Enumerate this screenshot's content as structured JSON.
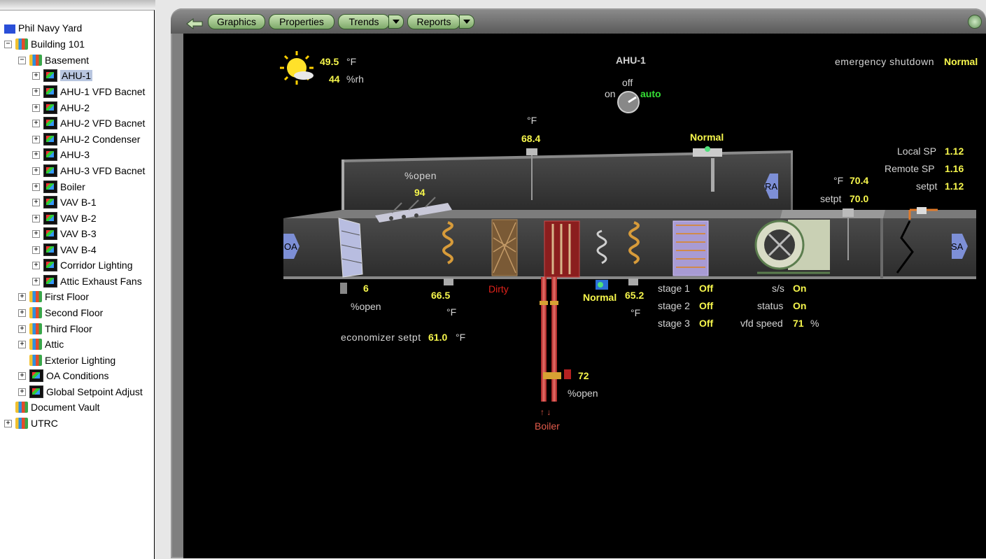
{
  "tree": {
    "items": [
      {
        "label": "Phil Navy Yard"
      },
      {
        "label": "Building 101"
      },
      {
        "label": "Basement"
      },
      {
        "label": "AHU-1"
      },
      {
        "label": "AHU-1 VFD Bacnet"
      },
      {
        "label": "AHU-2"
      },
      {
        "label": "AHU-2 VFD Bacnet"
      },
      {
        "label": "AHU-2 Condenser"
      },
      {
        "label": "AHU-3"
      },
      {
        "label": "AHU-3 VFD Bacnet"
      },
      {
        "label": "Boiler"
      },
      {
        "label": "VAV B-1"
      },
      {
        "label": "VAV B-2"
      },
      {
        "label": "VAV B-3"
      },
      {
        "label": "VAV B-4"
      },
      {
        "label": "Corridor Lighting"
      },
      {
        "label": "Attic Exhaust Fans"
      },
      {
        "label": "First Floor"
      },
      {
        "label": "Second Floor"
      },
      {
        "label": "Third Floor"
      },
      {
        "label": "Attic"
      },
      {
        "label": "Exterior Lighting"
      },
      {
        "label": "OA Conditions"
      },
      {
        "label": "Global Setpoint Adjust"
      },
      {
        "label": "Document Vault"
      },
      {
        "label": "UTRC"
      }
    ],
    "expand_glyph": "+",
    "collapse_glyph": "−"
  },
  "toolbar": {
    "graphics": "Graphics",
    "properties": "Properties",
    "trends": "Trends",
    "reports": "Reports"
  },
  "graphic": {
    "title": "AHU-1",
    "oa_temp": "49.5",
    "oa_temp_unit": "°F",
    "oa_rh": "44",
    "oa_rh_unit": "%rh",
    "mode_off": "off",
    "mode_on": "on",
    "mode_auto": "auto",
    "emergency_label": "emergency shutdown",
    "emergency_value": "Normal",
    "return_temp_unit": "°F",
    "return_temp": "68.4",
    "return_status": "Normal",
    "damper_label": "%open",
    "damper_value": "94",
    "local_sp_label": "Local SP",
    "local_sp": "1.12",
    "remote_sp_label": "Remote SP",
    "remote_sp": "1.16",
    "setpt_label": "setpt",
    "setpt_value": "1.12",
    "sa_temp_unit": "°F",
    "sa_temp": "70.4",
    "sa_setpt_label": "setpt",
    "sa_setpt": "70.0",
    "ra_tag": "RA",
    "oa_tag": "OA",
    "sa_tag": "SA",
    "oa_damper_value": "6",
    "oa_damper_label": "%open",
    "mixed_temp": "66.5",
    "mixed_unit": "°F",
    "filter_status": "Dirty",
    "pump_status": "Normal",
    "heat_temp": "65.2",
    "heat_unit": "°F",
    "stage1_label": "stage 1",
    "stage1": "Off",
    "stage2_label": "stage 2",
    "stage2": "Off",
    "stage3_label": "stage 3",
    "stage3": "Off",
    "ss_label": "s/s",
    "ss": "On",
    "status_label": "status",
    "status": "On",
    "vfd_label": "vfd speed",
    "vfd": "71",
    "vfd_unit": "%",
    "econ_label": "economizer setpt",
    "econ_value": "61.0",
    "econ_unit": "°F",
    "valve_value": "72",
    "valve_label": "%open",
    "boiler_arrows": "↑ ↓",
    "boiler_label": "Boiler"
  },
  "colors": {
    "value_yellow": "#f6f64c",
    "label_gray": "#d4d4d4",
    "alarm_red": "#e0221a",
    "auto_green": "#35e035"
  }
}
